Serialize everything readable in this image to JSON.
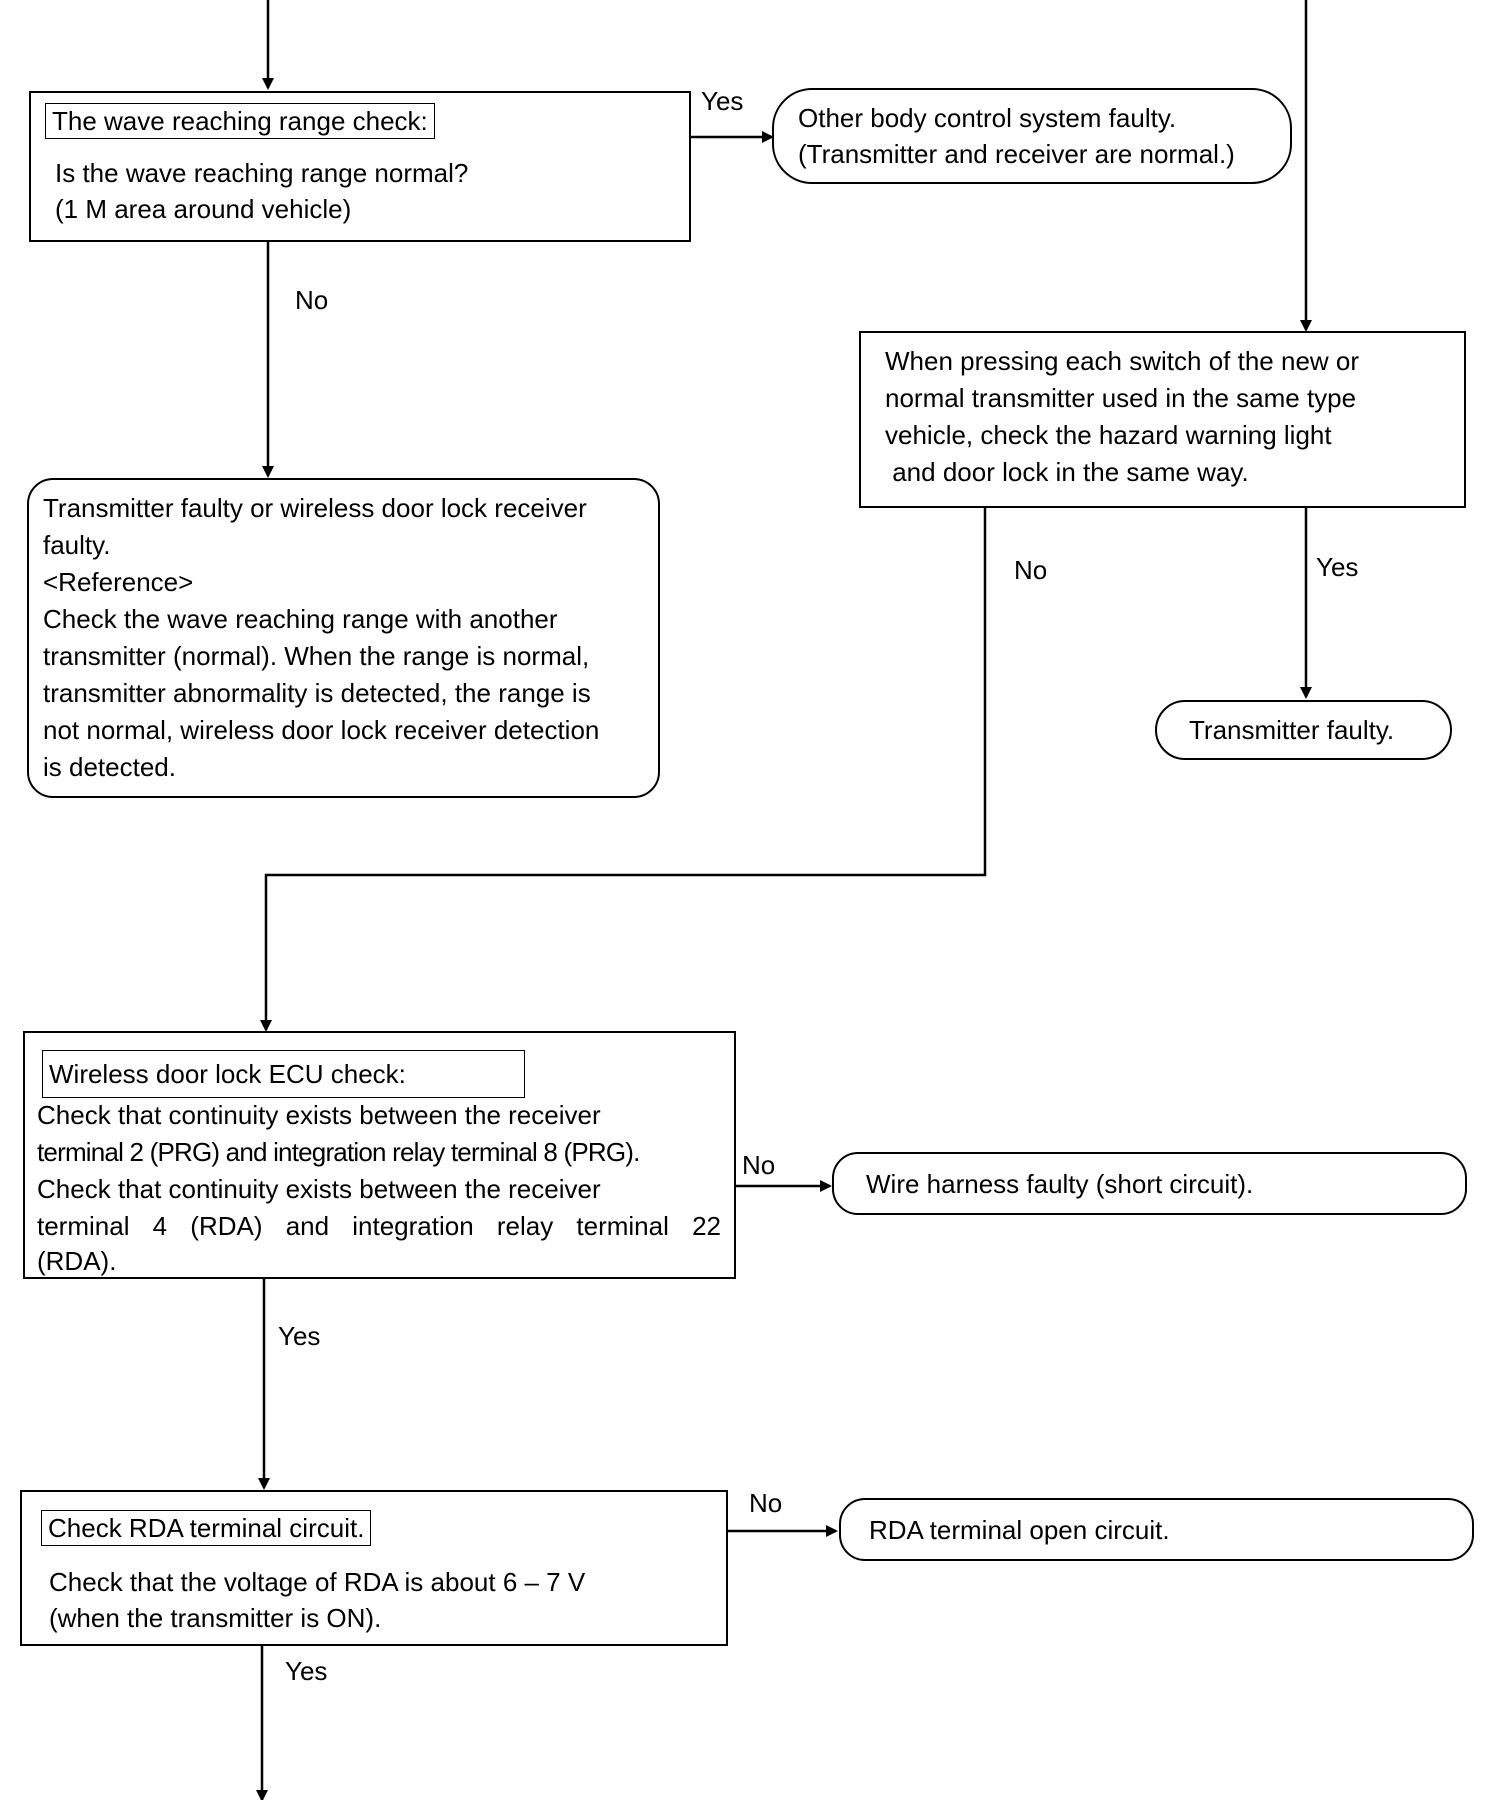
{
  "boxes": {
    "wave_check": {
      "header": "The wave reaching range check:",
      "lines": [
        "Is the wave reaching range normal?",
        "(1 M area around vehicle)"
      ]
    },
    "other_body": {
      "lines": [
        "Other body control system faulty.",
        "(Transmitter and receiver are normal.)"
      ]
    },
    "new_transmitter": {
      "lines": [
        "When pressing each switch of the new or",
        "normal transmitter used in the same type",
        "vehicle, check the hazard warning light",
        " and door lock in the same way."
      ]
    },
    "transmitter_receiver": {
      "lines": [
        "Transmitter faulty or wireless door lock receiver",
        "faulty.",
        "<Reference>",
        "Check the wave reaching range with another",
        "transmitter (normal). When the range is normal,",
        "transmitter abnormality is detected, the range is",
        "not normal, wireless door lock receiver detection",
        "is detected."
      ]
    },
    "transmitter_faulty": {
      "text": "Transmitter faulty."
    },
    "ecu_check": {
      "header": "Wireless door lock ECU check:",
      "lines": [
        "Check that continuity exists between the receiver",
        "terminal 2 (PRG) and integration relay terminal 8 (PRG).",
        "Check that continuity exists between the receiver",
        "terminal 4 (RDA) and integration relay terminal 22",
        "(RDA)."
      ]
    },
    "harness_faulty": {
      "text": "Wire harness faulty (short circuit)."
    },
    "rda_check": {
      "header": "Check RDA terminal circuit.",
      "lines": [
        "Check that the voltage of RDA is about 6 – 7 V",
        "(when the transmitter is ON)."
      ]
    },
    "rda_open": {
      "text": "RDA terminal open circuit."
    }
  },
  "labels": {
    "wave_yes": "Yes",
    "wave_no": "No",
    "newtx_no": "No",
    "newtx_yes": "Yes",
    "ecu_no": "No",
    "ecu_yes": "Yes",
    "rda_no": "No",
    "rda_yes": "Yes"
  }
}
